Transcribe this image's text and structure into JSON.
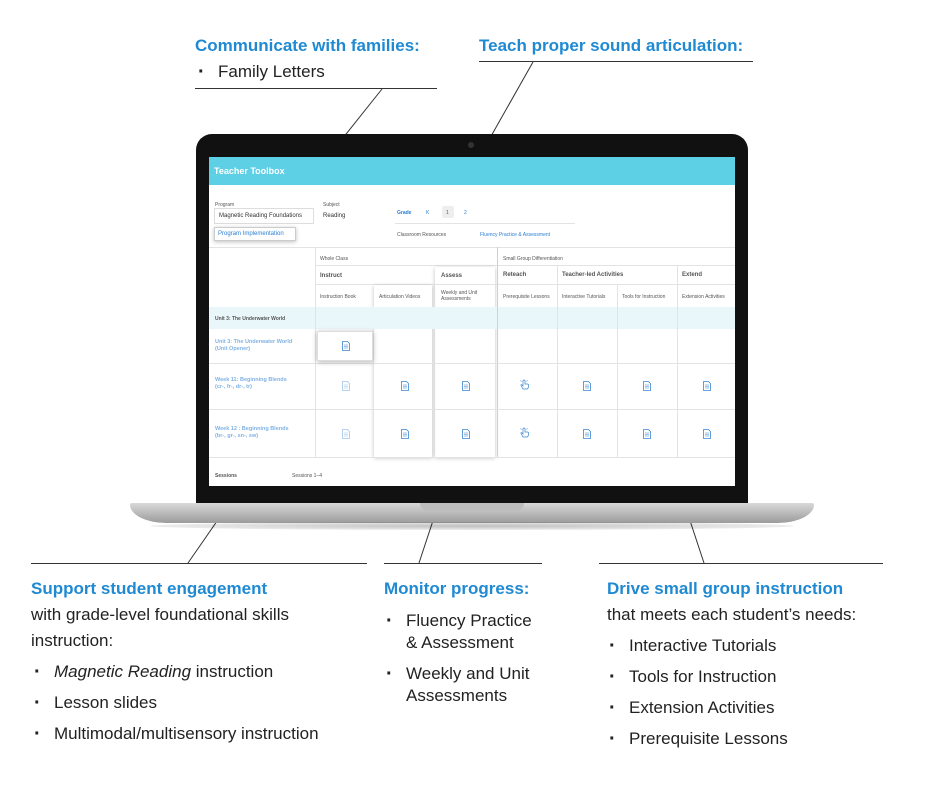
{
  "callouts": {
    "families": {
      "title": "Communicate with families:",
      "items": [
        "Family Letters"
      ]
    },
    "articulation": {
      "title": "Teach proper sound articulation:"
    },
    "engagement": {
      "title": "Support student engagement",
      "text1": "with grade-level foundational skills",
      "text2": "instruction:",
      "item1_italic": "Magnetic Reading",
      "item1_rest": " instruction",
      "item2": "Lesson slides",
      "item3": "Multimodal/multisensory instruction"
    },
    "progress": {
      "title": "Monitor progress:",
      "item1_line1": "Fluency Practice",
      "item1_line2": "& Assessment",
      "item2_line1": "Weekly and Unit",
      "item2_line2": "Assessments"
    },
    "small_group": {
      "title": "Drive small group instruction",
      "text": "that meets each student’s needs:",
      "items": [
        "Interactive Tutorials",
        "Tools for Instruction",
        "Extension Activities",
        "Prerequisite Lessons"
      ]
    }
  },
  "screen": {
    "title": "Teacher Toolbox",
    "program_label": "Program",
    "program_value": "Magnetic Reading Foundations",
    "subject_label": "Subject",
    "subject_value": "Reading",
    "program_impl": "Program Implementation",
    "grade_label": "Grade",
    "grades": [
      "K",
      "1",
      "2"
    ],
    "tab_classroom": "Classroom Resources",
    "tab_fluency": "Fluency Practice & Assessment",
    "whole_class": "Whole Class",
    "small_group_diff": "Small Group Differentiation",
    "instruct": "Instruct",
    "assess": "Assess",
    "reteach": "Reteach",
    "teacher_led": "Teacher-led Activities",
    "extend": "Extend",
    "col_instruction_book": "Instruction Book",
    "col_articulation": "Articulation Videos",
    "col_weekly_1": "Weekly and Unit",
    "col_weekly_2": "Assessments",
    "col_prereq": "Prerequisite Lessons",
    "col_interactive": "Interactive Tutorials",
    "col_tools": "Tools for Instruction",
    "col_extension": "Extension Activities",
    "unit_band": "Unit 3: The Underwater World",
    "row1_a": "Unit 3: The Underwater World",
    "row1_b": "(Unit Opener)",
    "row2_a": "Week 11: Beginning Blends",
    "row2_b": "(cr-, fr-, dr-, tr)",
    "row3_a": "Week 12 : Beginning Blends",
    "row3_b": "(br-, gr-, sn-, sw)",
    "sessions_label": "Sessions",
    "sessions_value": "Sessions 1–4"
  },
  "icons": {
    "doc": "document-icon",
    "hand": "hand-tap-icon"
  },
  "colors": {
    "accent": "#1f8ad2",
    "header": "#5dd0e6",
    "link": "#2a7fd4"
  }
}
